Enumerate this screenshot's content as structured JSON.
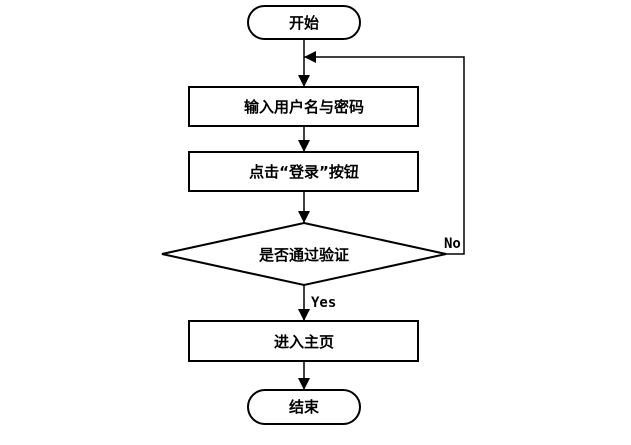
{
  "nodes": {
    "start": "开始",
    "input": "输入用户名与密码",
    "click": "点击“登录”按钮",
    "decision": "是否通过验证",
    "home": "进入主页",
    "end": "结束"
  },
  "edges": {
    "no": "No",
    "yes": "Yes"
  },
  "colors": {
    "stroke": "#000000",
    "fill": "#ffffff"
  }
}
